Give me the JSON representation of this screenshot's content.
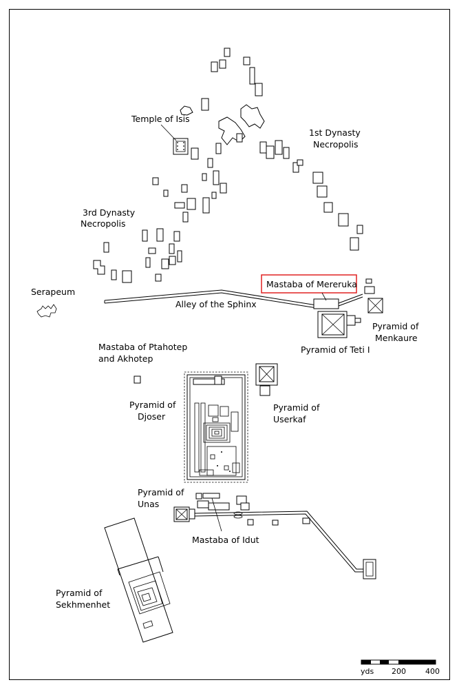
{
  "labels": {
    "temple_isis": "Temple of Isis",
    "first_dynasty": [
      "1st Dynasty",
      "Necropolis"
    ],
    "third_dynasty": [
      "3rd Dynasty",
      "Necropolis"
    ],
    "serapeum": "Serapeum",
    "mereruka": "Mastaba of Mereruka",
    "alley_sphinx": "Alley of the Sphinx",
    "menkaure": [
      "Pyramid of",
      "Menkaure"
    ],
    "teti": "Pyramid of Teti I",
    "ptahotep": [
      "Mastaba of Ptahotep",
      "and Akhotep"
    ],
    "djoser": [
      "Pyramid of",
      "Djoser"
    ],
    "userkaf": [
      "Pyramid of",
      "Userkaf"
    ],
    "unas": [
      "Pyramid of",
      "Unas"
    ],
    "idut": "Mastaba of Idut",
    "sekhmenhet": [
      "Pyramid of",
      "Sekhmenhet"
    ]
  },
  "highlight": {
    "label": "mereruka",
    "color": "#e02020"
  },
  "scale": {
    "unit": "yds",
    "ticks": [
      "200",
      "400"
    ]
  }
}
